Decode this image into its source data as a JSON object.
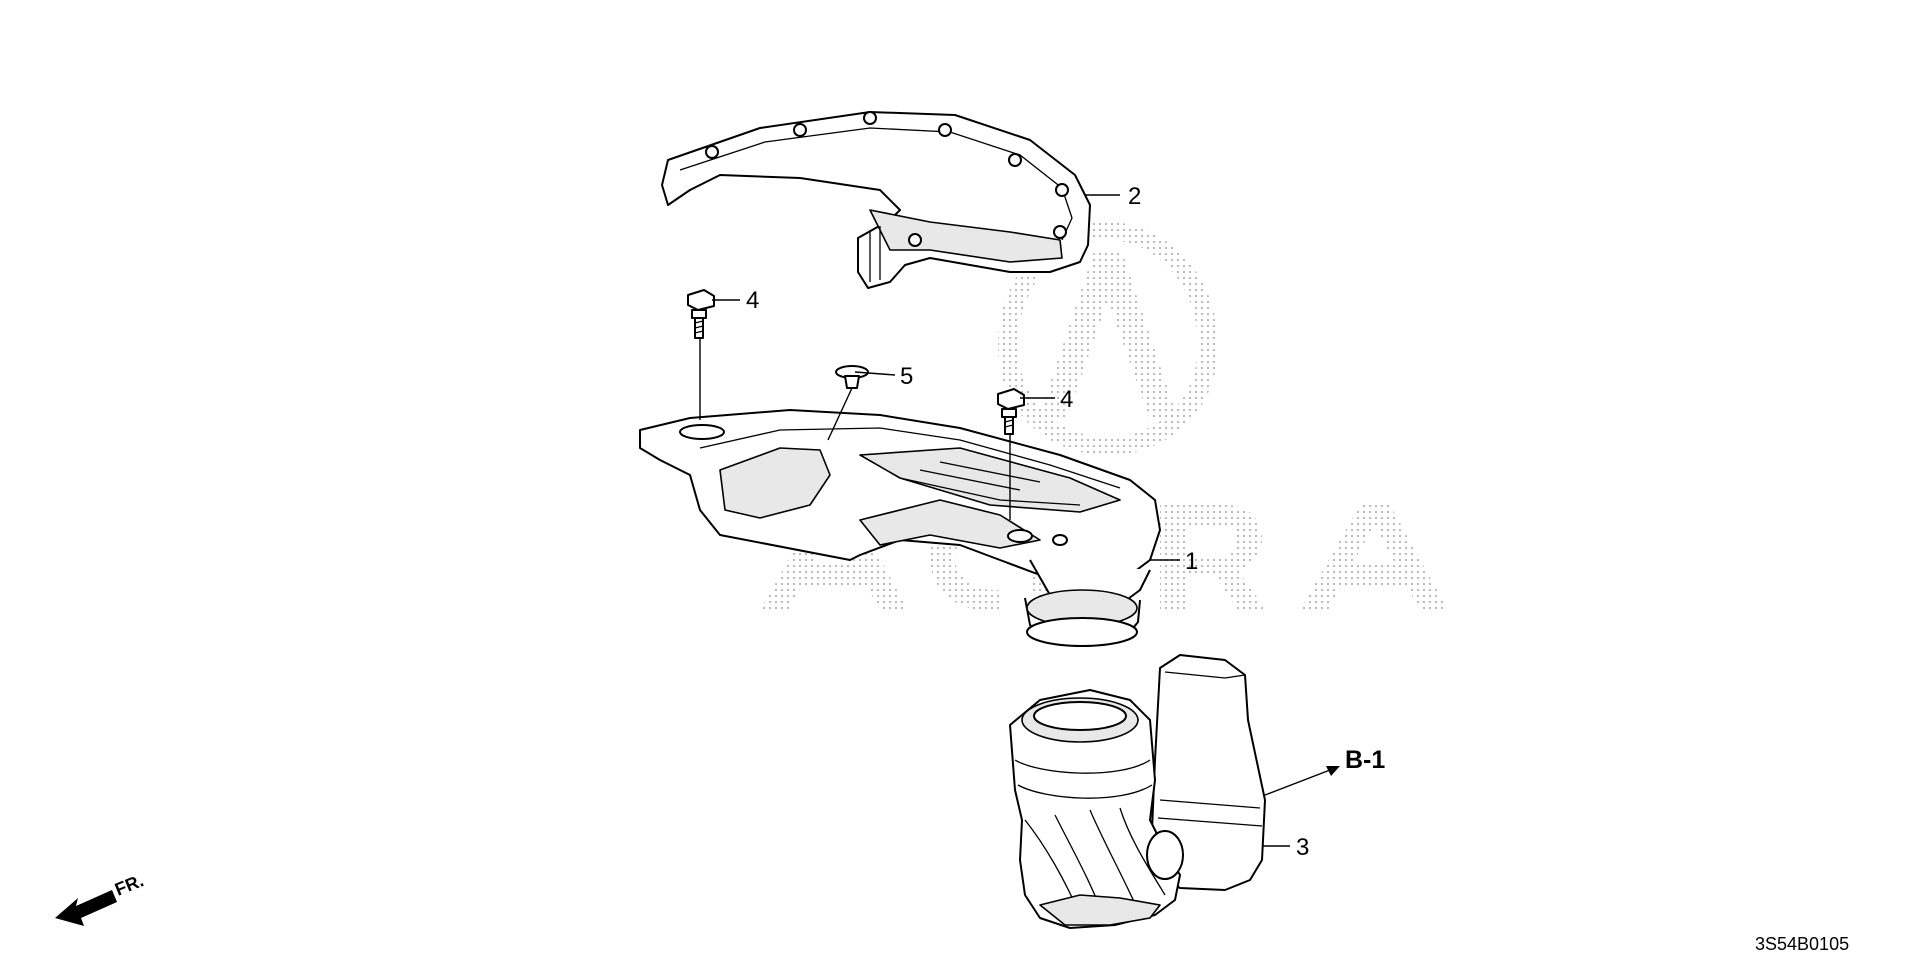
{
  "diagram": {
    "watermark_text": "ACURA",
    "parts": [
      {
        "id": "part-1",
        "callout": "1",
        "description": "air intake duct"
      },
      {
        "id": "part-2",
        "callout": "2",
        "description": "upper bracket"
      },
      {
        "id": "part-3",
        "callout": "3",
        "description": "resonator chamber"
      },
      {
        "id": "part-4a",
        "callout": "4",
        "description": "bolt"
      },
      {
        "id": "part-4b",
        "callout": "4",
        "description": "bolt"
      },
      {
        "id": "part-5",
        "callout": "5",
        "description": "clip"
      }
    ],
    "reference_label": "B-1",
    "front_indicator": "FR.",
    "diagram_code": "3S54B0105"
  }
}
